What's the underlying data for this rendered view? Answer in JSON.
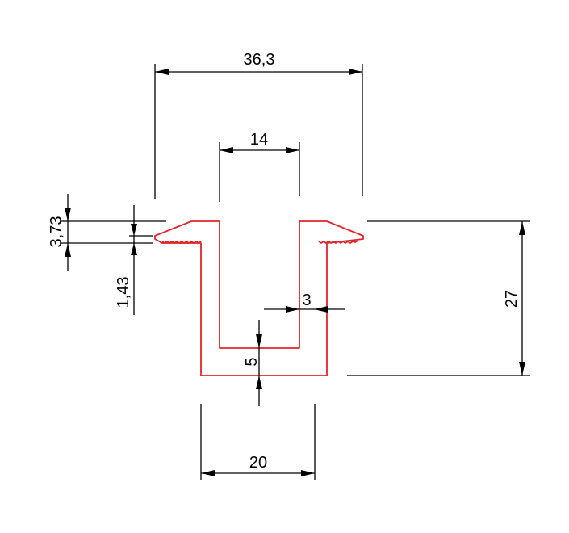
{
  "drawing": {
    "profile_color": "#e0252b",
    "line_color": "#000000",
    "background": "#ffffff",
    "dimensions": {
      "overall_width": "36,3",
      "slot_width": "14",
      "base_width": "20",
      "wall_thickness": "3",
      "base_thickness": "5",
      "height": "27",
      "flange_height": "3,73",
      "lip_height": "1,43"
    }
  }
}
